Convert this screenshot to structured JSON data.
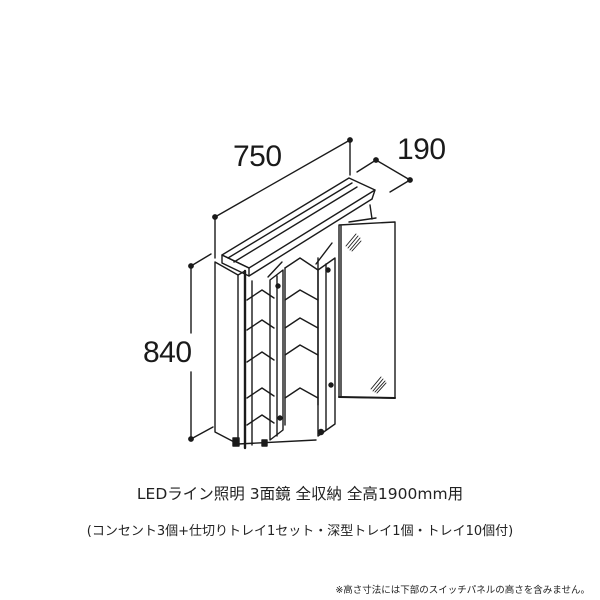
{
  "product": {
    "dimensions": {
      "width": "750",
      "depth": "190",
      "height": "840"
    },
    "title": "LEDライン照明 3面鏡 全収納 全高1900mm用",
    "subtitle": "(コンセント3個+仕切りトレイ1セット・深型トレイ1個・トレイ10個付)",
    "note": "※高さ寸法には下部のスイッチパネルの高さを含みません。"
  },
  "drawing": {
    "subject": "3-panel mirror cabinet with open doors, line drawing",
    "line_color": "#1a1a1a",
    "background": "#ffffff"
  }
}
